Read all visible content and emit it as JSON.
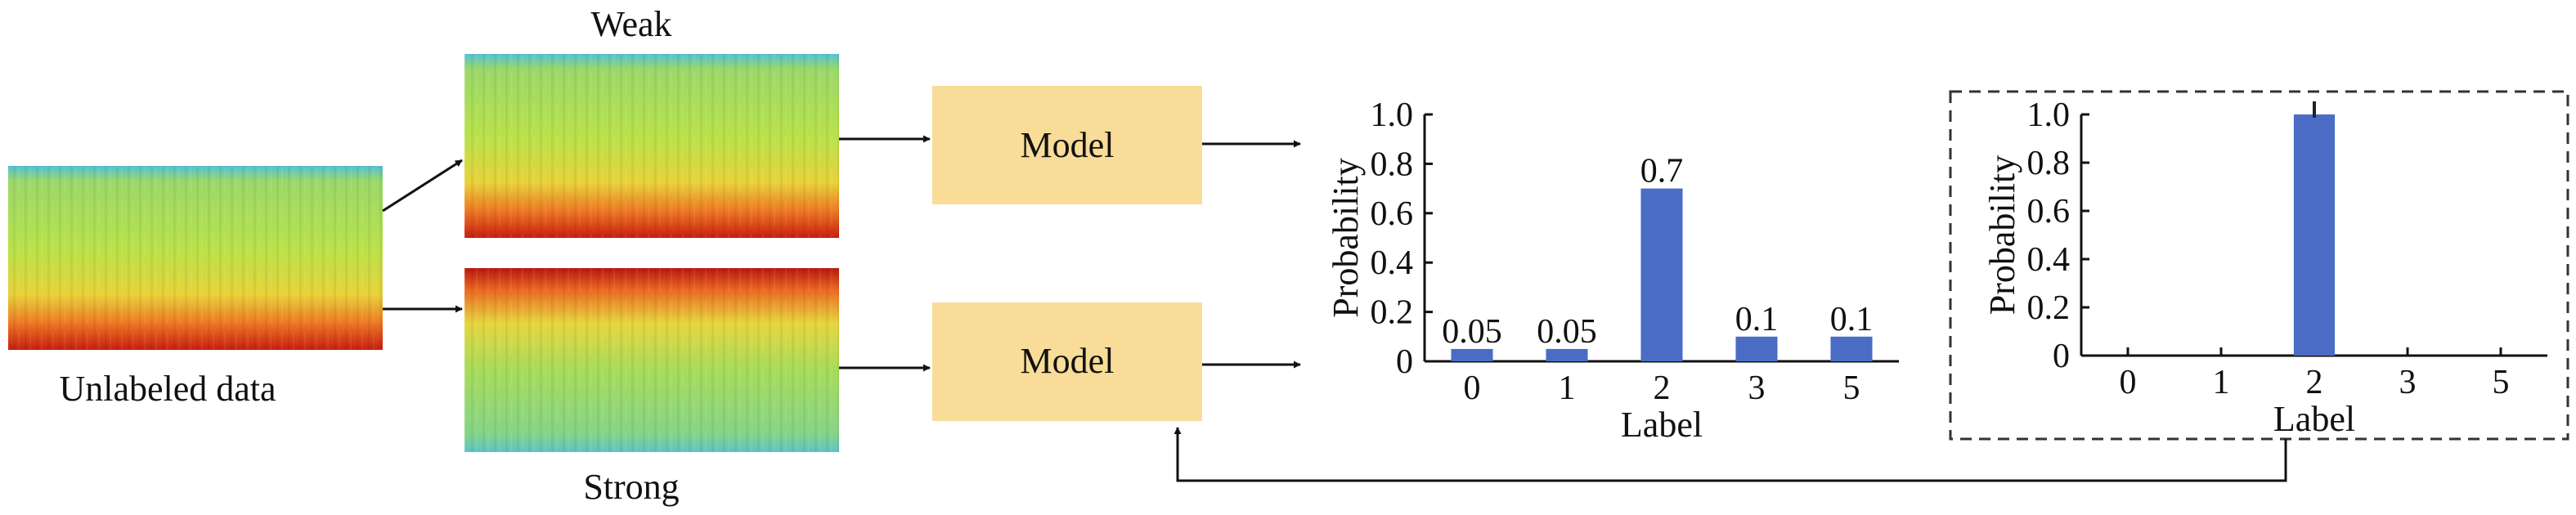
{
  "unlabeled_label": "Unlabeled data",
  "weak_label": "Weak",
  "strong_label": "Strong",
  "model_top_label": "Model",
  "model_bottom_label": "Model",
  "colors": {
    "model_fill": "#f8dc98",
    "bar_fill": "#4a6cc4",
    "dashed_border": "#333333"
  },
  "chart_data": [
    {
      "type": "bar",
      "title": "",
      "xlabel": "Label",
      "ylabel": "Probability",
      "categories": [
        "0",
        "1",
        "2",
        "3",
        "5"
      ],
      "values": [
        0.05,
        0.05,
        0.7,
        0.1,
        0.1
      ],
      "data_labels": [
        "0.05",
        "0.05",
        "0.7",
        "0.1",
        "0.1"
      ],
      "ylim": [
        0,
        1.0
      ],
      "yticks": [
        "0",
        "0.2",
        "0.4",
        "0.6",
        "0.8",
        "1.0"
      ]
    },
    {
      "type": "bar",
      "title": "",
      "xlabel": "Label",
      "ylabel": "Probability",
      "categories": [
        "0",
        "1",
        "2",
        "3",
        "5"
      ],
      "values": [
        0,
        0,
        1.0,
        0,
        0
      ],
      "ylim": [
        0,
        1.0
      ],
      "yticks": [
        "0",
        "0.2",
        "0.4",
        "0.6",
        "0.8",
        "1.0"
      ],
      "error_bar_on": "2"
    }
  ]
}
